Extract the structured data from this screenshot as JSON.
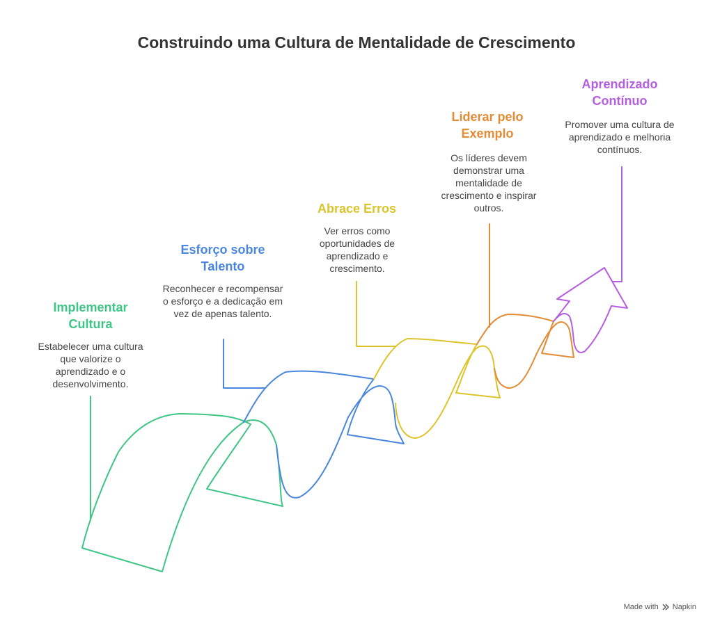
{
  "title": "Construindo uma Cultura de Mentalidade de Crescimento",
  "steps": [
    {
      "heading": "Implementar\nCultura",
      "description": "Estabelecer uma cultura que valorize o aprendizado e o desenvolvimento.",
      "color": "#3fc586"
    },
    {
      "heading": "Esforço sobre\nTalento",
      "description": "Reconhecer e recompensar o esforço e a dedicação em vez de apenas talento.",
      "color": "#4a86dd"
    },
    {
      "heading": "Abrace Erros",
      "description": "Ver erros como oportunidades de aprendizado e crescimento.",
      "color": "#dcc52a"
    },
    {
      "heading": "Liderar pelo\nExemplo",
      "description": "Os líderes devem demonstrar uma mentalidade de crescimento e inspirar outros.",
      "color": "#e38b35"
    },
    {
      "heading": "Aprendizado\nContínuo",
      "description": "Promover uma cultura de aprendizado e melhoria contínuos.",
      "color": "#b45ee0"
    }
  ],
  "footer": {
    "made_with": "Made with",
    "brand": "Napkin",
    "icon": "napkin-logo-icon"
  }
}
